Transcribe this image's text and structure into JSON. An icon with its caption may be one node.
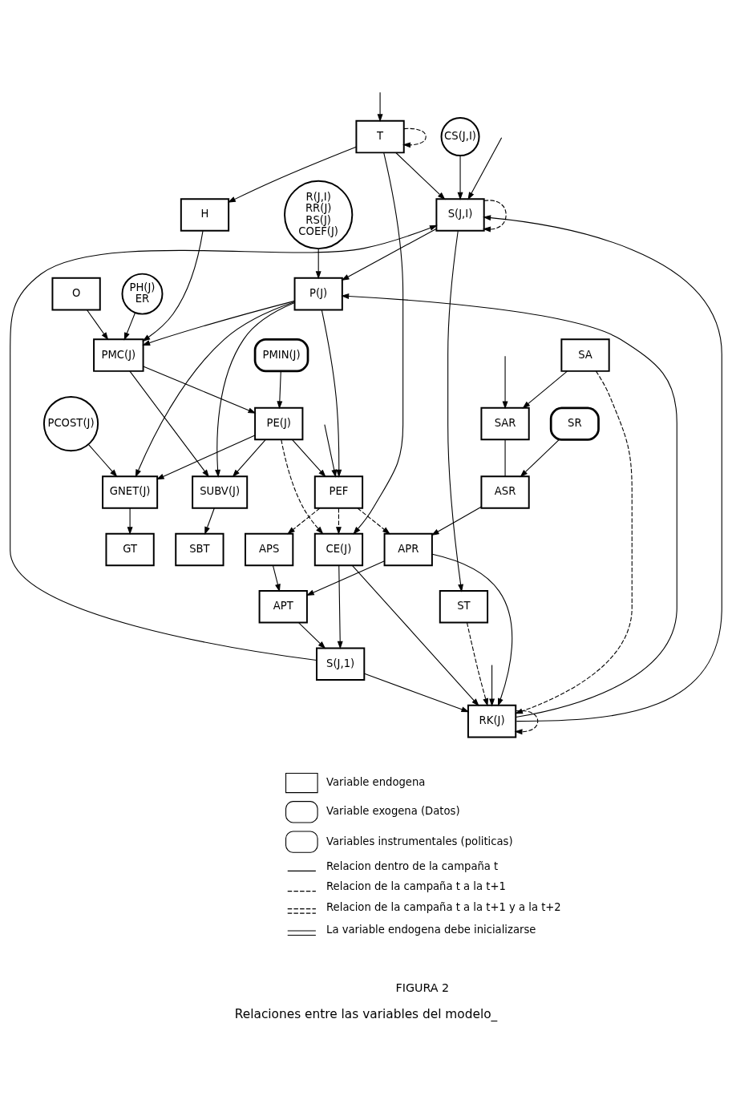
{
  "diagram": {
    "caption": "Relaciones entre las variables del modelo_",
    "nodes": [
      {
        "text": [
          "S(J,I)"
        ]
      },
      {
        "text": [
          "CS(J,I)"
        ]
      },
      {
        "text": [
          "R(J,I)",
          "RR(J)",
          "RS(J)",
          "COEF(J)"
        ]
      },
      {
        "text": [
          "P(J)"
        ]
      },
      {
        "text": [
          "O"
        ]
      },
      {
        "text": [
          "H"
        ]
      },
      {
        "text": [
          "PH(J)",
          "ER"
        ]
      },
      {
        "text": [
          "PMC(J)"
        ]
      },
      {
        "text": [
          "T"
        ]
      },
      {
        "text": [
          "PMIN(J)"
        ]
      },
      {
        "text": [
          "SUBV(J)"
        ]
      },
      {
        "text": [
          "PE(J)"
        ]
      },
      {
        "text": [
          "SBT"
        ]
      },
      {
        "text": [
          "PCOST(J)"
        ]
      },
      {
        "text": [
          "GNET(J)"
        ]
      },
      {
        "text": [
          "GT"
        ]
      },
      {
        "text": [
          "PEF"
        ]
      },
      {
        "text": [
          "CE(J)"
        ]
      },
      {
        "text": [
          "SA"
        ]
      },
      {
        "text": [
          "ST"
        ]
      },
      {
        "text": [
          "SR"
        ]
      },
      {
        "text": [
          "APS"
        ]
      },
      {
        "text": [
          "S(J,1)"
        ]
      },
      {
        "text": [
          "APT"
        ]
      },
      {
        "text": [
          "APR"
        ]
      },
      {
        "text": [
          "ASR"
        ]
      },
      {
        "text": [
          "SAR"
        ]
      },
      {
        "text": [
          "RK(J)"
        ]
      }
    ],
    "edges": [
      {
        "from": 1,
        "to": 0,
        "arrow": "to"
      },
      {
        "from": 0,
        "to": 3,
        "arrow": "to"
      },
      {
        "from": 0,
        "to": 0,
        "arrow": "to",
        "style": "dashed"
      },
      {
        "from": 2,
        "to": 3,
        "arrow": "to"
      },
      {
        "from": 3,
        "to": 10,
        "arrow": "to"
      },
      {
        "from": 3,
        "to": 14,
        "arrow": "to"
      },
      {
        "from": 3,
        "to": 16,
        "arrow": "to"
      },
      {
        "from": 3,
        "to": 7,
        "arrow": "to"
      },
      {
        "from": 4,
        "to": 7,
        "arrow": "to"
      },
      {
        "from": 5,
        "to": 7,
        "arrow": "to"
      },
      {
        "from": 6,
        "to": 7,
        "arrow": "to"
      },
      {
        "from": 8,
        "to": 5,
        "arrow": "to"
      },
      {
        "from": 8,
        "to": 8,
        "arrow": "to",
        "style": "dashed"
      },
      {
        "from": 7,
        "to": 10,
        "arrow": "to"
      },
      {
        "from": 7,
        "to": 11,
        "arrow": "to"
      },
      {
        "from": 9,
        "to": 11,
        "arrow": "to"
      },
      {
        "from": 11,
        "to": 10,
        "arrow": "to"
      },
      {
        "from": 10,
        "to": 12,
        "arrow": "to"
      },
      {
        "from": 11,
        "to": 14,
        "arrow": "to"
      },
      {
        "from": 13,
        "to": 14,
        "arrow": "to"
      },
      {
        "from": 14,
        "to": 15,
        "arrow": "to"
      },
      {
        "from": 11,
        "to": 16,
        "arrow": "to"
      },
      {
        "from": 11,
        "to": 17,
        "arrow": "to",
        "style": "dashed"
      },
      {
        "from": 16,
        "to": 17,
        "arrow": "to",
        "style": "dashed"
      },
      {
        "from": 16,
        "to": 21,
        "arrow": "to",
        "style": "dashed"
      },
      {
        "from": 16,
        "to": 24,
        "arrow": "to",
        "style": "dashed"
      },
      {
        "from": 8,
        "to": 17,
        "arrow": "to"
      },
      {
        "from": 8,
        "to": 0,
        "arrow": "to"
      },
      {
        "from": 27,
        "to": 0,
        "arrow": "to"
      },
      {
        "from": 0,
        "to": 19,
        "arrow": "to"
      },
      {
        "from": 17,
        "to": 22,
        "arrow": "to"
      },
      {
        "from": 17,
        "to": 27,
        "arrow": "to"
      },
      {
        "from": 18,
        "to": 26,
        "arrow": "to"
      },
      {
        "from": 18,
        "to": 27,
        "arrow": "to",
        "style": "dashed"
      },
      {
        "from": 19,
        "to": 27,
        "arrow": "to",
        "style": "dashed"
      },
      {
        "from": 20,
        "to": 25,
        "arrow": "to"
      },
      {
        "from": 26,
        "to": 25,
        "arrow": "none"
      },
      {
        "from": 25,
        "to": 24,
        "arrow": "to"
      },
      {
        "from": 24,
        "to": 23,
        "arrow": "to"
      },
      {
        "from": 21,
        "to": 23,
        "arrow": "to"
      },
      {
        "from": 23,
        "to": 22,
        "arrow": "to"
      },
      {
        "from": 22,
        "to": 0,
        "arrow": "to"
      },
      {
        "from": 22,
        "to": 27,
        "arrow": "to"
      },
      {
        "from": 24,
        "to": 27,
        "arrow": "to"
      },
      {
        "from": 27,
        "to": 3,
        "arrow": "to"
      },
      {
        "from": 27,
        "to": 27,
        "arrow": "to",
        "style": "dashed"
      },
      {
        "from": null,
        "to": 0,
        "arrow": "to"
      },
      {
        "from": null,
        "to": 16,
        "arrow": "to"
      },
      {
        "from": null,
        "to": 26,
        "arrow": "to"
      },
      {
        "from": null,
        "to": 27,
        "arrow": "to"
      },
      {
        "from": null,
        "to": 8,
        "arrow": "to"
      }
    ],
    "labels": [
      "FIGURA 2"
    ],
    "legend": [
      {
        "text": "Variable endogena"
      },
      {
        "text": "Variable exogena (Datos)"
      },
      {
        "text": "Variables instrumentales (politicas)"
      },
      {
        "text": "Relacion dentro de la campaña t"
      },
      {
        "text": "Relacion de la campaña t a la t+1"
      },
      {
        "text": "Relacion de la campaña t a la t+1 y a la t+2"
      },
      {
        "text": "La variable endogena debe inicializarse"
      }
    ]
  }
}
